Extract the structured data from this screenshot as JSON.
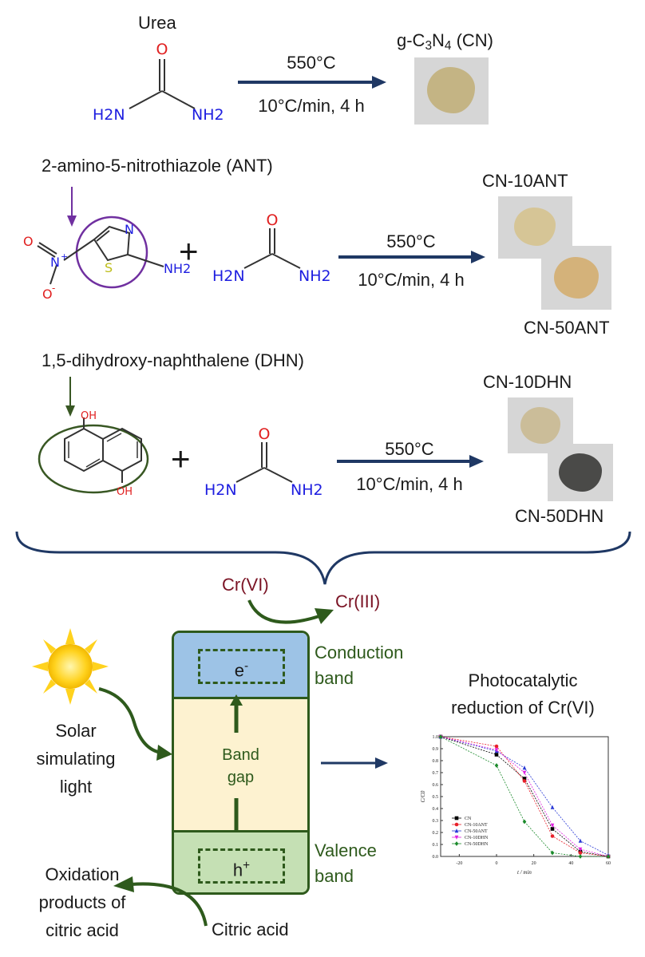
{
  "row1": {
    "reactant_label": "Urea",
    "urea": {
      "o": "O",
      "nh2_left": "H2N",
      "nh2_right": "NH2"
    },
    "arrow": {
      "temp": "550°C",
      "conditions": "10°C/min, 4 h"
    },
    "product": {
      "label_prefix": "g-C",
      "sub1": "3",
      "mid": "N",
      "sub2": "4",
      "label_suffix": " (CN)"
    }
  },
  "row2": {
    "reactant_label": "2-amino-5-nitrothiazole (ANT)",
    "ant": {
      "o_top": "O",
      "n_plus": "N",
      "plus_sign": "+",
      "o_minus": "O",
      "minus_sign": "-",
      "n_ring": "N",
      "s_ring": "S",
      "nh2": "NH2"
    },
    "plus": "+",
    "urea": {
      "o": "O",
      "nh2_left": "H2N",
      "nh2_right": "NH2"
    },
    "arrow": {
      "temp": "550°C",
      "conditions": "10°C/min, 4 h"
    },
    "products": [
      "CN-10ANT",
      "CN-50ANT"
    ]
  },
  "row3": {
    "reactant_label": "1,5-dihydroxy-naphthalene (DHN)",
    "dhn": {
      "oh_top": "OH",
      "oh_bottom": "OH"
    },
    "plus": "+",
    "urea": {
      "o": "O",
      "nh2_left": "H2N",
      "nh2_right": "NH2"
    },
    "arrow": {
      "temp": "550°C",
      "conditions": "10°C/min, 4 h"
    },
    "products": [
      "CN-10DHN",
      "CN-50DHN"
    ]
  },
  "mechanism": {
    "cr6": "Cr(VI)",
    "cr3": "Cr(III)",
    "conduction_band": [
      "Conduction",
      "band"
    ],
    "valence_band": [
      "Valence",
      "band"
    ],
    "electron": "e",
    "electron_sup": "-",
    "hole": "h",
    "hole_sup": "+",
    "band_gap": [
      "Band",
      "gap"
    ],
    "light_label": [
      "Solar",
      "simulating",
      "light"
    ],
    "oxidation_label": [
      "Oxidation",
      "products of",
      "citric acid"
    ],
    "citric_acid": "Citric acid",
    "photocat_title": [
      "Photocatalytic",
      "reduction of Cr(VI)"
    ]
  },
  "colors": {
    "arrow_navy": "#1f3864",
    "conduction_fill": "#9dc3e6",
    "gap_fill": "#fdf2d0",
    "valence_fill": "#c5e0b4",
    "band_border": "#2e5a1c",
    "label_green": "#2e5a1c",
    "cr_red": "#7b1425",
    "ant_ring": "#7030a0",
    "dhn_ring": "#385723"
  },
  "chart_data": {
    "type": "line",
    "xlabel": "t / min",
    "ylabel": "C/C0",
    "xlim": [
      -30,
      60
    ],
    "ylim": [
      0,
      1.0
    ],
    "xticks": [
      -20,
      0,
      20,
      40,
      60
    ],
    "yticks": [
      0.0,
      0.1,
      0.2,
      0.3,
      0.4,
      0.5,
      0.6,
      0.7,
      0.8,
      0.9,
      1.0
    ],
    "legend_position": "bottom-left",
    "x": [
      -30,
      0,
      15,
      30,
      45,
      60
    ],
    "series": [
      {
        "name": "CN",
        "color": "#000000",
        "marker": "square",
        "values": [
          1.0,
          0.85,
          0.65,
          0.23,
          0.04,
          0.0
        ]
      },
      {
        "name": "CN-10ANT",
        "color": "#e8202a",
        "marker": "circle",
        "values": [
          1.0,
          0.92,
          0.63,
          0.17,
          0.03,
          0.0
        ]
      },
      {
        "name": "CN-50ANT",
        "color": "#2a3ad6",
        "marker": "triangle-up",
        "values": [
          1.0,
          0.88,
          0.74,
          0.41,
          0.13,
          0.01
        ]
      },
      {
        "name": "CN-10DHN",
        "color": "#e020e0",
        "marker": "triangle-down",
        "values": [
          1.0,
          0.89,
          0.7,
          0.26,
          0.06,
          0.0
        ]
      },
      {
        "name": "CN-50DHN",
        "color": "#1a8a2a",
        "marker": "diamond",
        "values": [
          1.0,
          0.76,
          0.29,
          0.03,
          0.0,
          0.0
        ]
      }
    ]
  }
}
